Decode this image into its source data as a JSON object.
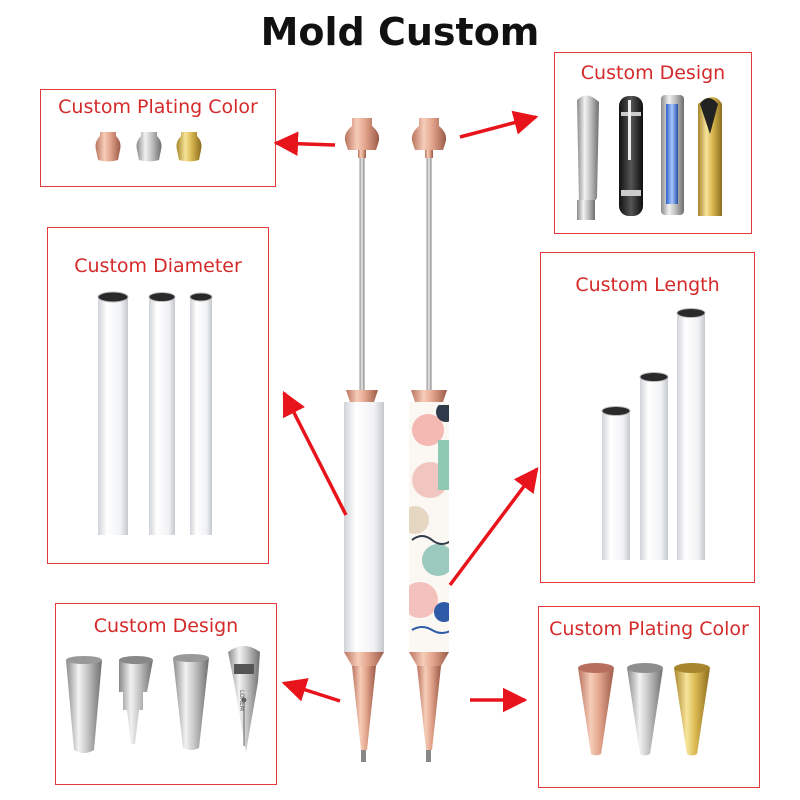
{
  "title": "Mold Custom",
  "boxes": {
    "plating_top": {
      "label": "Custom Plating Color"
    },
    "design_top": {
      "label": "Custom Design"
    },
    "diameter": {
      "label": "Custom Diameter"
    },
    "length": {
      "label": "Custom Length"
    },
    "design_bottom": {
      "label": "Custom Design"
    },
    "plating_bottom": {
      "label": "Custom Plating Color"
    }
  },
  "nib_engraving": "LOREM",
  "colors": {
    "accent_red": "#e23a3a",
    "rose_gold": "#e3a48c",
    "silver": "#c9c9c9",
    "gold": "#d9b851"
  }
}
